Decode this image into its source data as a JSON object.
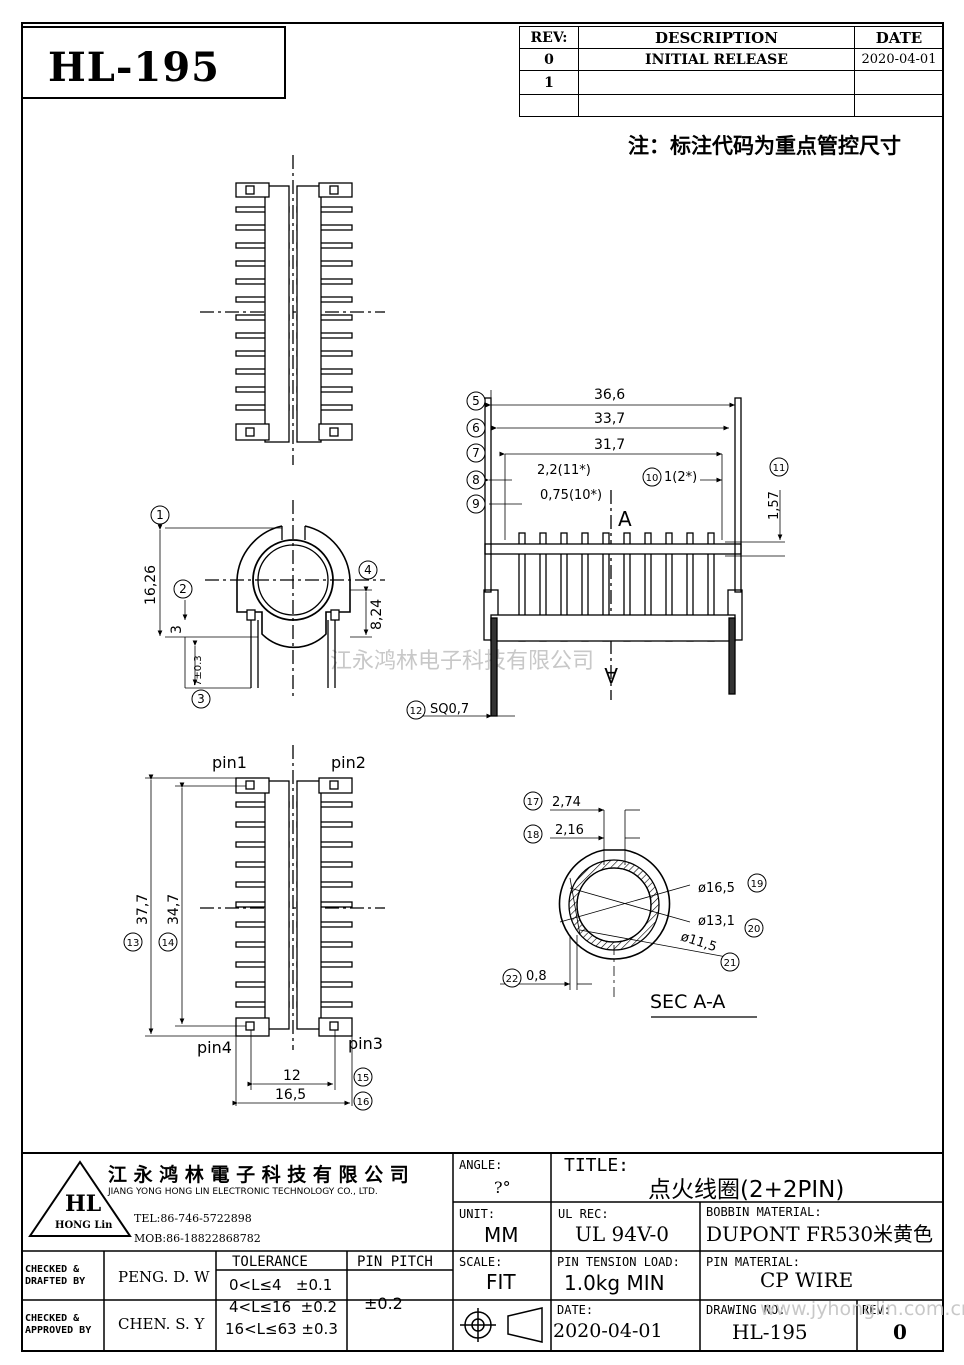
{
  "part_number": "HL-195",
  "revision_table": {
    "headers": {
      "rev": "REV:",
      "description": "DESCRIPTION",
      "date": "DATE"
    },
    "rows": [
      {
        "rev": "0",
        "description": "INITIAL  RELEASE",
        "date": "2020-04-01"
      },
      {
        "rev": "1",
        "description": "",
        "date": ""
      }
    ]
  },
  "note": "注：标注代码为重点管控尺寸",
  "watermark": "江永鸿林电子科技有限公司",
  "dimensions": {
    "d5": "36,6",
    "d6": "33,7",
    "d7": "31,7",
    "d8": "2,2(11*)",
    "d9": "0,75(10*)",
    "d10": "1(2*)",
    "d11": "1,57",
    "d12": "SQ0,7",
    "d1": "16,26",
    "d2": "3",
    "d3": "7±0.3",
    "d4": "8,24",
    "d13": "37,7",
    "d14": "34,7",
    "d15": "12",
    "d16": "16,5",
    "d17": "2,74",
    "d18": "2,16",
    "d19": "ø16,5",
    "d20": "ø13,1",
    "d21": "ø11,5",
    "d22": "0,8"
  },
  "callouts": [
    "1",
    "2",
    "3",
    "4",
    "5",
    "6",
    "7",
    "8",
    "9",
    "10",
    "11",
    "12",
    "13",
    "14",
    "15",
    "16",
    "17",
    "18",
    "19",
    "20",
    "21",
    "22"
  ],
  "section_marker": "A",
  "section_title": "SEC  A-A",
  "pins": {
    "pin1": "pin1",
    "pin2": "pin2",
    "pin3": "pin3",
    "pin4": "pin4"
  },
  "company": {
    "name_cn": "江 永 鸿 林 電 子 科 技 有 限 公 司",
    "name_en": "JIANG YONG HONG LIN ELECTRONIC TECHNOLOGY CO., LTD.",
    "logo_text": "HL",
    "logo_sub": "HONG Lin",
    "tel": "TEL:86-746-5722898",
    "mob": "MOB:86-18822868782"
  },
  "title_block": {
    "angle_label": "ANGLE:",
    "angle_value": "?°",
    "title_label": "TITLE:",
    "title_value": "点火线圈(2+2PIN)",
    "unit_label": "UNIT:",
    "unit_value": "MM",
    "ul_label": "UL REC:",
    "ul_value": "UL 94V-0",
    "bobbin_label": "BOBBIN MATERIAL:",
    "bobbin_value": "DUPONT FR530米黄色",
    "checked_drafted_label": "CHECKED & DRAFTED BY",
    "checked_drafted_value": "PENG. D. W",
    "checked_approved_label": "CHECKED & APPROVED BY",
    "checked_approved_value": "CHEN. S. Y",
    "tolerance_label": "TOLERANCE",
    "tolerance_rows": [
      "0<L≤4   ±0.1",
      "4<L≤16  ±0.2",
      "16<L≤63 ±0.3"
    ],
    "pitch_label": "PIN PITCH",
    "pitch_value": "±0.2",
    "scale_label": "SCALE:",
    "scale_value": "FIT",
    "tension_label": "PIN TENSION LOAD:",
    "tension_value": "1.0kg MIN",
    "pin_material_label": "PIN MATERIAL:",
    "pin_material_value": "CP WIRE",
    "date_label": "DATE:",
    "date_value": "2020-04-01",
    "drawing_label": "DRAWING NO:",
    "drawing_value": "HL-195",
    "rev_label": "REV:",
    "rev_value": "0",
    "website": "www.jyhonglin.com.cn"
  }
}
